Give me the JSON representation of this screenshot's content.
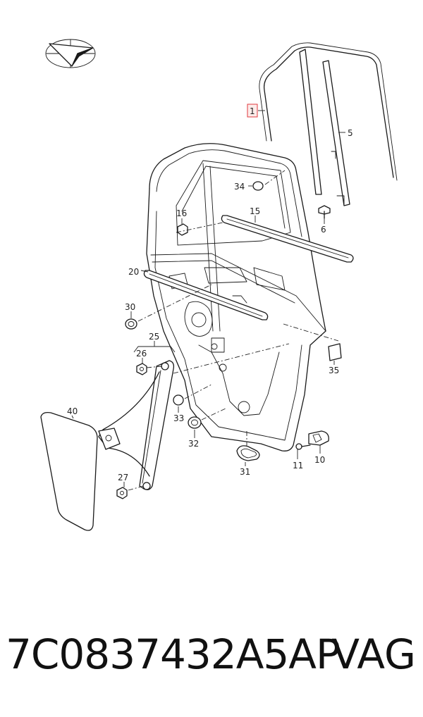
{
  "diagram": {
    "callouts": {
      "c1": "1",
      "c5": "5",
      "c6": "6",
      "c10": "10",
      "c11": "11",
      "c15": "15",
      "c16": "16",
      "c20": "20",
      "c25": "25",
      "c26": "26",
      "c27": "27",
      "c30": "30",
      "c31": "31",
      "c32": "32",
      "c33": "33",
      "c34": "34",
      "c35": "35",
      "c40": "40"
    },
    "highlighted_callout": "1",
    "icons": [
      "direction-arrow-icon"
    ]
  },
  "footer": {
    "part_number": "7C0837432A5AP",
    "brand": "VAG"
  }
}
